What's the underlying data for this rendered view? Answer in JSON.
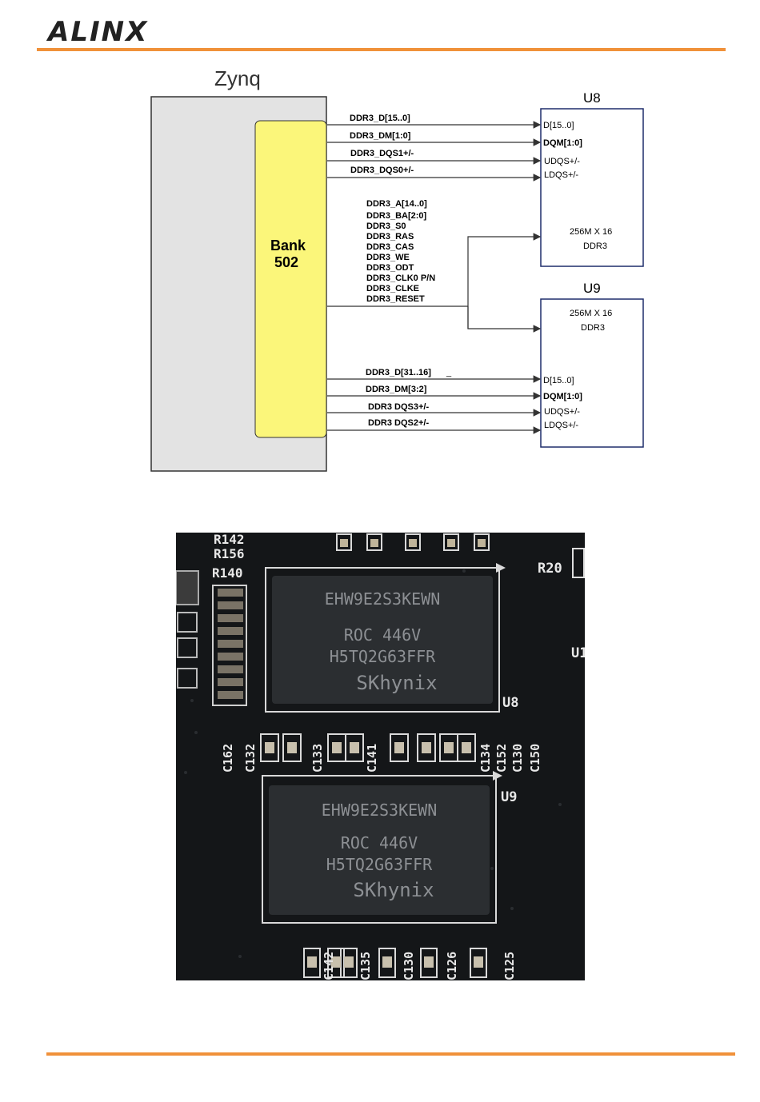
{
  "header": {
    "logo_text": "ALINX",
    "accent_color": "#f0913a"
  },
  "diagram": {
    "fpga_label": "Zynq",
    "bank_line1": "Bank",
    "bank_line2": "502",
    "u8": {
      "name": "U8",
      "pins": [
        "D[15..0]",
        "DQM[1:0]",
        "UDQS+/-",
        "LDQS+/-"
      ],
      "size": "256M X 16",
      "type": "DDR3"
    },
    "u9": {
      "name": "U9",
      "pins": [
        "D[15..0]",
        "DQM[1:0]",
        "UDQS+/-",
        "LDQS+/-"
      ],
      "size": "256M X 16",
      "type": "DDR3"
    },
    "top_signals": [
      "DDR3_D[15..0]",
      "DDR3_DM[1:0]",
      "DDR3_DQS1+/-",
      "DDR3_DQS0+/-"
    ],
    "shared_signals": [
      "DDR3_A[14..0]",
      "DDR3_BA[2:0]",
      "DDR3_S0",
      "DDR3_RAS",
      "DDR3_CAS",
      "DDR3_WE",
      "DDR3_ODT",
      "DDR3_CLK0  P/N",
      "DDR3_CLKE",
      "DDR3_RESET"
    ],
    "bottom_signals": [
      "DDR3_D[31..16]",
      "DDR3_DM[3:2]",
      "DDR3  DQS3+/-",
      "DDR3  DQS2+/-"
    ],
    "bottom_signal_mark": "_"
  },
  "photo": {
    "chip_line1": "EHW9E2S3KEWN",
    "chip_line2": "ROC     446V",
    "chip_line3": "H5TQ2G63FFR",
    "chip_line4": "SKhynix",
    "refdes_u8": "U8",
    "refdes_u9": "U9",
    "refdes_r20": "R20",
    "refdes_u1": "U1",
    "refdes_top_left": [
      "R142",
      "R156",
      "R140"
    ],
    "refdes_mid": [
      "C162",
      "C132",
      "C133",
      "C141",
      "C134",
      "C152",
      "C130",
      "C150"
    ],
    "refdes_bottom": [
      "C142",
      "C135",
      "C130",
      "C126",
      "C125"
    ]
  }
}
